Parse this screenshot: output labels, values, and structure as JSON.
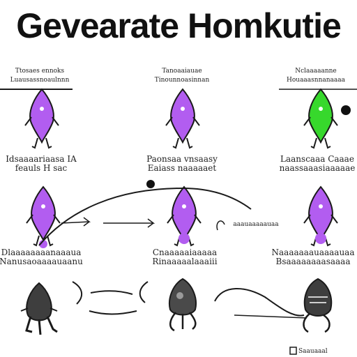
{
  "title": "Gevearate Homkutie",
  "colors": {
    "violet": "#b25df0",
    "green": "#37d82c",
    "ink": "#1a1a1a",
    "gray": "#3e3e3e"
  },
  "labels": {
    "r1c1": {
      "l1": "Ttosaes ennoks",
      "l2": "Luausassnoaulnnn"
    },
    "r1c2": {
      "l1": "Tanoaaiauae",
      "l2": "Tinounnoasinnan"
    },
    "r1c3": {
      "l1": "Nclaaaaanne",
      "l2": "Houaaasnnanaaaa"
    },
    "r2c1": {
      "l1": "Idsaaaariaasa IA",
      "l2": "feauls H sac"
    },
    "r2c2": {
      "l1": "Paonsaa vnsaasy",
      "l2": "Eaiass naaaaaet"
    },
    "r2c3": {
      "l1": "Laanscaaa Caaae",
      "l2": "naassaaasiaaaaae"
    },
    "mid_right": "aaauaaaaauaa",
    "r3c1": {
      "l1": "Dlaaaaaaaanaaaua",
      "l2": "Nanusaoaaaauaanu"
    },
    "r3c2": {
      "l1": "Cnaaaaaiaaaaa",
      "l2": "Rinaaaaalaaaiii"
    },
    "r3c3": {
      "l1": "Naaaaaaauaaaauaa",
      "l2": "Bsaaaaaaaasaaaa"
    },
    "bottom_right": "Saauaaal"
  }
}
